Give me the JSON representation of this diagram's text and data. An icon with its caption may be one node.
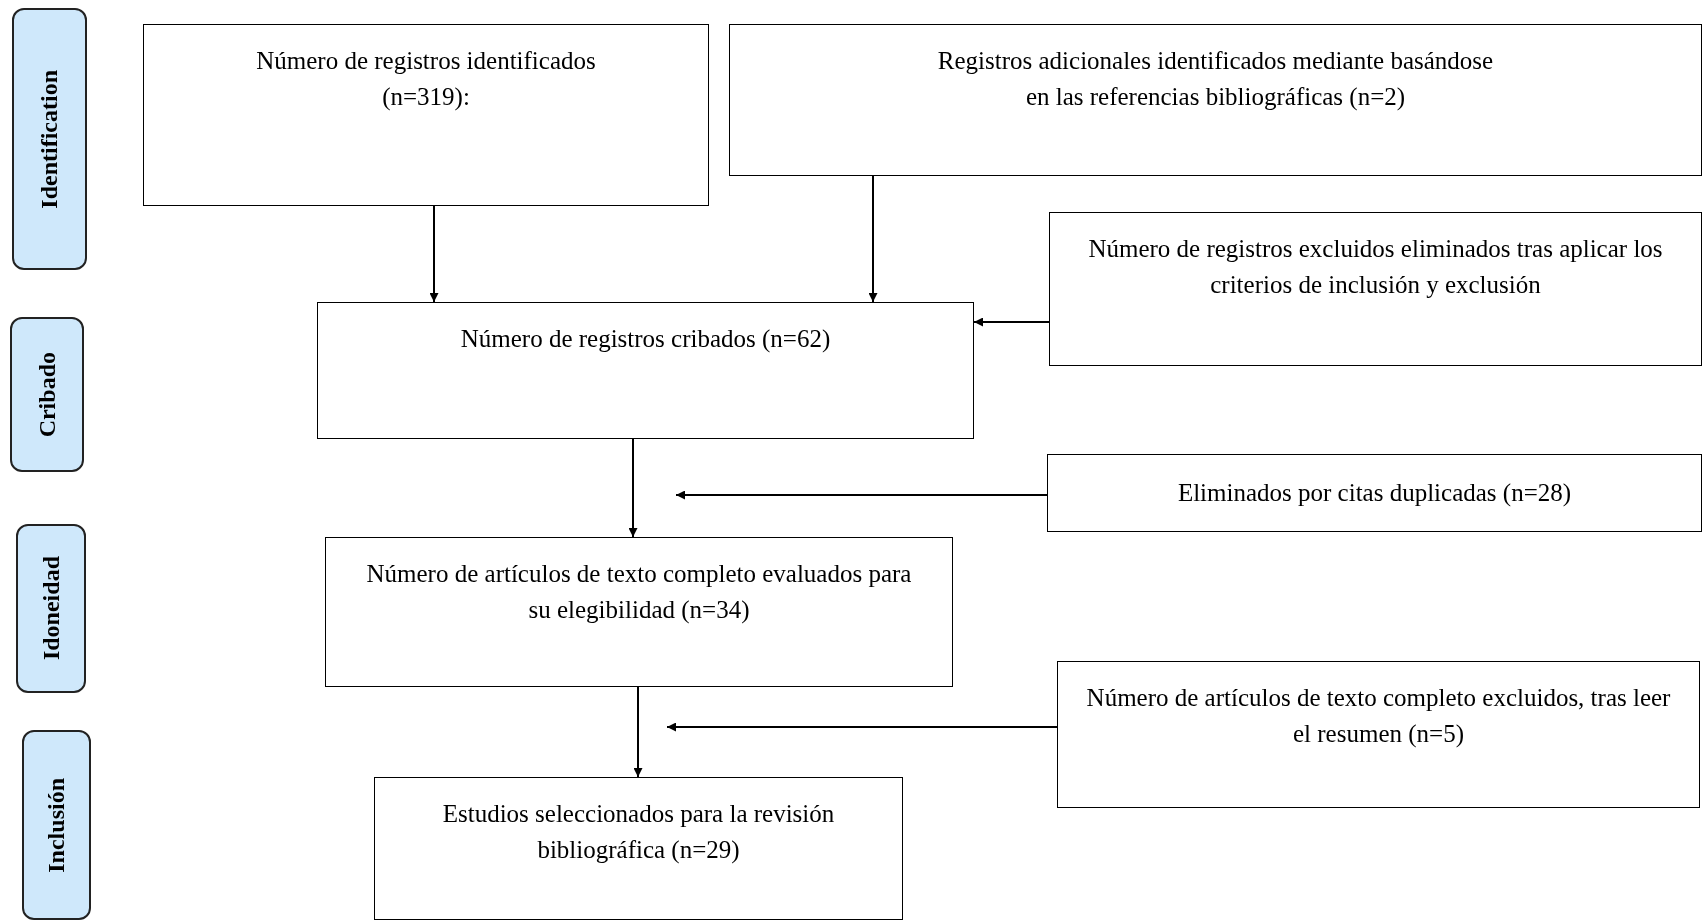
{
  "diagram": {
    "nodes": [
      {
        "text": [
          "Identification"
        ]
      },
      {
        "text": [
          "Cribado"
        ]
      },
      {
        "text": [
          "Idoneidad"
        ]
      },
      {
        "text": [
          "Inclusión"
        ]
      },
      {
        "text": [
          "Número de registros identificados (n=319):"
        ]
      },
      {
        "text": [
          "Registros adicionales identificados mediante basándose en las referencias bibliográficas (n=2)"
        ]
      },
      {
        "text": [
          "Número de registros excluidos eliminados tras aplicar los criterios de inclusión y exclusión"
        ]
      },
      {
        "text": [
          "Número de registros cribados (n=62)"
        ]
      },
      {
        "text": [
          "Eliminados por citas duplicadas (n=28)"
        ]
      },
      {
        "text": [
          "Número de artículos de texto completo evaluados para su elegibilidad (n=34)"
        ]
      },
      {
        "text": [
          "Número de artículos de texto completo excluidos, tras leer el resumen (n=5)"
        ]
      },
      {
        "text": [
          "Estudios seleccionados para la revisión bibliográfica (n=29)"
        ]
      }
    ],
    "edges": [
      {
        "from": 4,
        "to": 7,
        "arrow": "to"
      },
      {
        "from": 5,
        "to": 7,
        "arrow": "to"
      },
      {
        "from": 6,
        "to": 7,
        "arrow": "to"
      },
      {
        "from": 7,
        "to": 9,
        "arrow": "to"
      },
      {
        "from": 8,
        "to": 9,
        "arrow": "to"
      },
      {
        "from": 9,
        "to": 11,
        "arrow": "to"
      },
      {
        "from": 10,
        "to": 9,
        "arrow": "to"
      }
    ]
  }
}
